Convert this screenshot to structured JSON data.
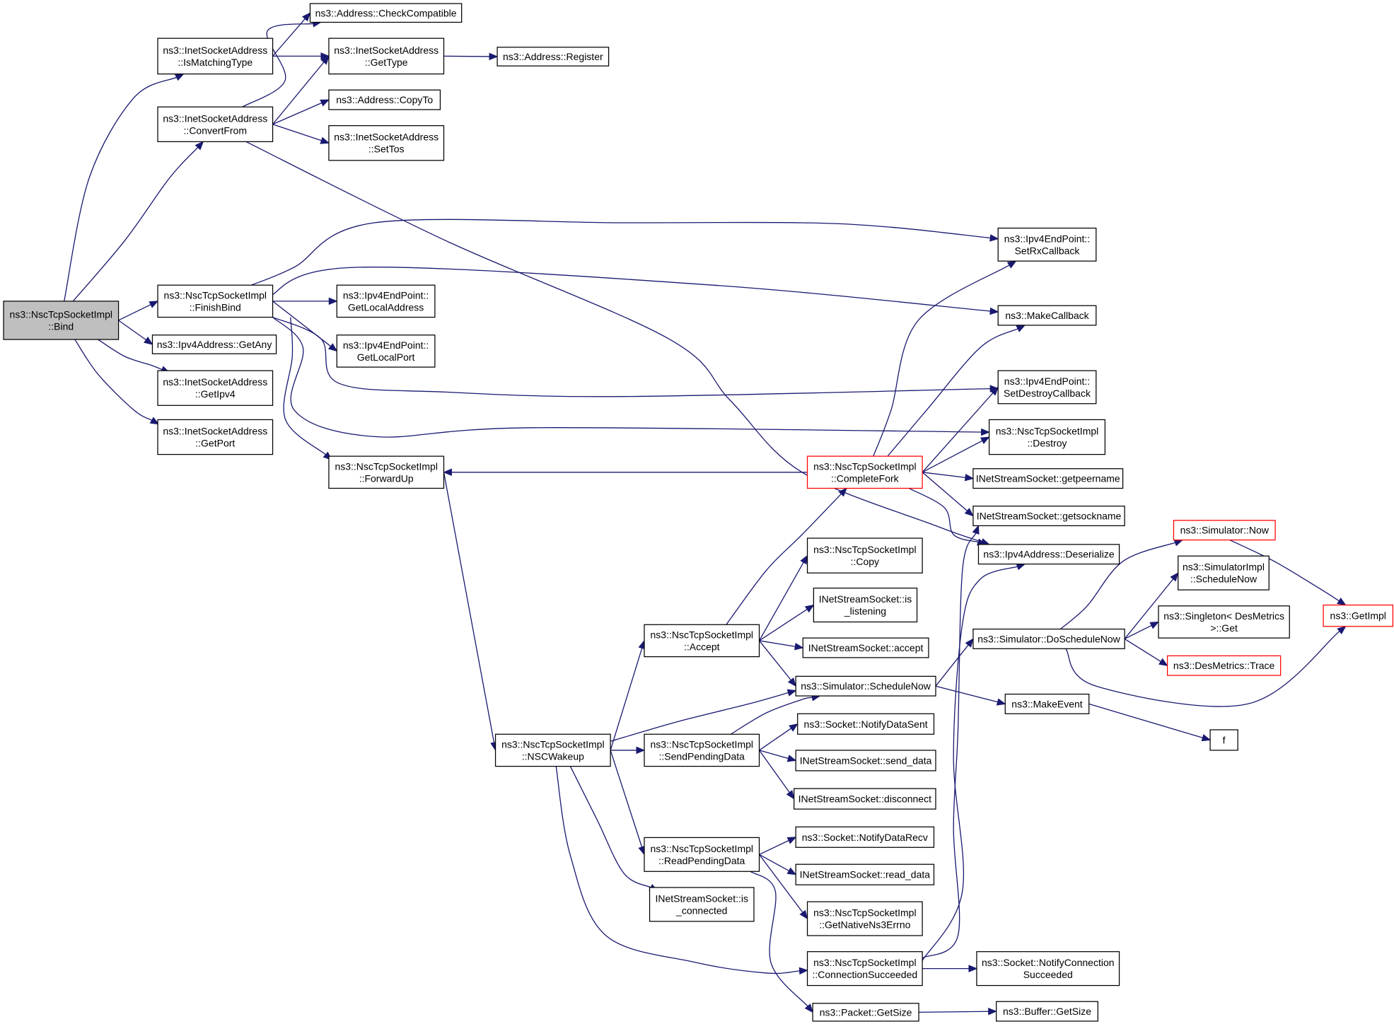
{
  "colors": {
    "edge": "#191970",
    "root_fill": "#bfbfbf",
    "truncated_border": "#ff0000",
    "node_border": "#000000"
  },
  "nodes": {
    "bind": {
      "lines": [
        "ns3::NscTcpSocketImpl",
        "::Bind"
      ],
      "root": true
    },
    "checkCompatible": {
      "lines": [
        "ns3::Address::CheckCompatible"
      ]
    },
    "isMatchingType": {
      "lines": [
        "ns3::InetSocketAddress",
        "::IsMatchingType"
      ]
    },
    "inetGetType": {
      "lines": [
        "ns3::InetSocketAddress",
        "::GetType"
      ]
    },
    "addressRegister": {
      "lines": [
        "ns3::Address::Register"
      ]
    },
    "convertFrom": {
      "lines": [
        "ns3::InetSocketAddress",
        "::ConvertFrom"
      ]
    },
    "copyTo": {
      "lines": [
        "ns3::Address::CopyTo"
      ]
    },
    "setTos": {
      "lines": [
        "ns3::InetSocketAddress",
        "::SetTos"
      ]
    },
    "setRxCallback": {
      "lines": [
        "ns3::Ipv4EndPoint::",
        "SetRxCallback"
      ]
    },
    "finishBind": {
      "lines": [
        "ns3::NscTcpSocketImpl",
        "::FinishBind"
      ]
    },
    "getLocalAddress": {
      "lines": [
        "ns3::Ipv4EndPoint::",
        "GetLocalAddress"
      ]
    },
    "makeCallback": {
      "lines": [
        "ns3::MakeCallback"
      ]
    },
    "getAny": {
      "lines": [
        "ns3::Ipv4Address::GetAny"
      ]
    },
    "getLocalPort": {
      "lines": [
        "ns3::Ipv4EndPoint::",
        "GetLocalPort"
      ]
    },
    "getIpv4": {
      "lines": [
        "ns3::InetSocketAddress",
        "::GetIpv4"
      ]
    },
    "setDestroyCallback": {
      "lines": [
        "ns3::Ipv4EndPoint::",
        "SetDestroyCallback"
      ]
    },
    "getPort": {
      "lines": [
        "ns3::InetSocketAddress",
        "::GetPort"
      ]
    },
    "destroy": {
      "lines": [
        "ns3::NscTcpSocketImpl",
        "::Destroy"
      ]
    },
    "forwardUp": {
      "lines": [
        "ns3::NscTcpSocketImpl",
        "::ForwardUp"
      ]
    },
    "completeFork": {
      "lines": [
        "ns3::NscTcpSocketImpl",
        "::CompleteFork"
      ],
      "truncated": true
    },
    "getpeername": {
      "lines": [
        "INetStreamSocket::getpeername"
      ]
    },
    "getsockname": {
      "lines": [
        "INetStreamSocket::getsockname"
      ]
    },
    "simNow": {
      "lines": [
        "ns3::Simulator::Now"
      ],
      "truncated": true
    },
    "deserialize": {
      "lines": [
        "ns3::Ipv4Address::Deserialize"
      ]
    },
    "nscCopy": {
      "lines": [
        "ns3::NscTcpSocketImpl",
        "::Copy"
      ]
    },
    "simImplScheduleNow": {
      "lines": [
        "ns3::SimulatorImpl",
        "::ScheduleNow"
      ]
    },
    "isListening": {
      "lines": [
        "INetStreamSocket::is",
        "_listening"
      ]
    },
    "getImpl": {
      "lines": [
        "ns3::GetImpl"
      ],
      "truncated": true
    },
    "singletonGet": {
      "lines": [
        "ns3::Singleton< DesMetrics",
        " >::Get"
      ]
    },
    "nscAccept": {
      "lines": [
        "ns3::NscTcpSocketImpl",
        "::Accept"
      ]
    },
    "doScheduleNow": {
      "lines": [
        "ns3::Simulator::DoScheduleNow"
      ]
    },
    "inetAccept": {
      "lines": [
        "INetStreamSocket::accept"
      ]
    },
    "desTrace": {
      "lines": [
        "ns3::DesMetrics::Trace"
      ],
      "truncated": true
    },
    "simScheduleNow": {
      "lines": [
        "ns3::Simulator::ScheduleNow"
      ]
    },
    "makeEvent": {
      "lines": [
        "ns3::MakeEvent"
      ]
    },
    "notifyDataSent": {
      "lines": [
        "ns3::Socket::NotifyDataSent"
      ]
    },
    "fNode": {
      "lines": [
        "f"
      ]
    },
    "nscWakeup": {
      "lines": [
        "ns3::NscTcpSocketImpl",
        "::NSCWakeup"
      ]
    },
    "sendPendingData": {
      "lines": [
        "ns3::NscTcpSocketImpl",
        "::SendPendingData"
      ]
    },
    "sendData": {
      "lines": [
        "INetStreamSocket::send_data"
      ]
    },
    "disconnect": {
      "lines": [
        "INetStreamSocket::disconnect"
      ]
    },
    "notifyDataRecv": {
      "lines": [
        "ns3::Socket::NotifyDataRecv"
      ]
    },
    "readPendingData": {
      "lines": [
        "ns3::NscTcpSocketImpl",
        "::ReadPendingData"
      ]
    },
    "readData": {
      "lines": [
        "INetStreamSocket::read_data"
      ]
    },
    "isConnected": {
      "lines": [
        "INetStreamSocket::is",
        "_connected"
      ]
    },
    "getNativeErrno": {
      "lines": [
        "ns3::NscTcpSocketImpl",
        "::GetNativeNs3Errno"
      ]
    },
    "connSucceeded": {
      "lines": [
        "ns3::NscTcpSocketImpl",
        "::ConnectionSucceeded"
      ]
    },
    "notifyConnSucceeded": {
      "lines": [
        "ns3::Socket::NotifyConnection",
        "Succeeded"
      ]
    },
    "packetGetSize": {
      "lines": [
        "ns3::Packet::GetSize"
      ]
    },
    "bufferGetSize": {
      "lines": [
        "ns3::Buffer::GetSize"
      ]
    }
  },
  "edges": [
    [
      "bind",
      "isMatchingType"
    ],
    [
      "bind",
      "convertFrom"
    ],
    [
      "bind",
      "finishBind"
    ],
    [
      "bind",
      "getAny"
    ],
    [
      "bind",
      "getIpv4"
    ],
    [
      "bind",
      "getPort"
    ],
    [
      "isMatchingType",
      "checkCompatible"
    ],
    [
      "isMatchingType",
      "inetGetType"
    ],
    [
      "inetGetType",
      "addressRegister"
    ],
    [
      "convertFrom",
      "checkCompatible"
    ],
    [
      "convertFrom",
      "inetGetType"
    ],
    [
      "convertFrom",
      "copyTo"
    ],
    [
      "convertFrom",
      "setTos"
    ],
    [
      "convertFrom",
      "deserialize"
    ],
    [
      "finishBind",
      "setRxCallback"
    ],
    [
      "finishBind",
      "makeCallback"
    ],
    [
      "finishBind",
      "getLocalAddress"
    ],
    [
      "finishBind",
      "getLocalPort"
    ],
    [
      "finishBind",
      "setDestroyCallback"
    ],
    [
      "finishBind",
      "destroy"
    ],
    [
      "finishBind",
      "forwardUp"
    ],
    [
      "forwardUp",
      "nscWakeup"
    ],
    [
      "completeFork",
      "forwardUp"
    ],
    [
      "completeFork",
      "setRxCallback"
    ],
    [
      "completeFork",
      "makeCallback"
    ],
    [
      "completeFork",
      "setDestroyCallback"
    ],
    [
      "completeFork",
      "destroy"
    ],
    [
      "completeFork",
      "getpeername"
    ],
    [
      "completeFork",
      "getsockname"
    ],
    [
      "completeFork",
      "deserialize"
    ],
    [
      "nscAccept",
      "completeFork"
    ],
    [
      "nscAccept",
      "nscCopy"
    ],
    [
      "nscAccept",
      "isListening"
    ],
    [
      "nscAccept",
      "inetAccept"
    ],
    [
      "nscAccept",
      "simScheduleNow"
    ],
    [
      "simScheduleNow",
      "doScheduleNow"
    ],
    [
      "simScheduleNow",
      "makeEvent"
    ],
    [
      "doScheduleNow",
      "simNow"
    ],
    [
      "doScheduleNow",
      "simImplScheduleNow"
    ],
    [
      "doScheduleNow",
      "singletonGet"
    ],
    [
      "doScheduleNow",
      "desTrace"
    ],
    [
      "doScheduleNow",
      "getImpl"
    ],
    [
      "simNow",
      "getImpl"
    ],
    [
      "makeEvent",
      "fNode"
    ],
    [
      "nscWakeup",
      "nscAccept"
    ],
    [
      "nscWakeup",
      "simScheduleNow"
    ],
    [
      "nscWakeup",
      "sendPendingData"
    ],
    [
      "nscWakeup",
      "readPendingData"
    ],
    [
      "nscWakeup",
      "isConnected"
    ],
    [
      "nscWakeup",
      "connSucceeded"
    ],
    [
      "sendPendingData",
      "simScheduleNow"
    ],
    [
      "sendPendingData",
      "notifyDataSent"
    ],
    [
      "sendPendingData",
      "sendData"
    ],
    [
      "sendPendingData",
      "disconnect"
    ],
    [
      "readPendingData",
      "notifyDataRecv"
    ],
    [
      "readPendingData",
      "readData"
    ],
    [
      "readPendingData",
      "getNativeErrno"
    ],
    [
      "readPendingData",
      "packetGetSize"
    ],
    [
      "connSucceeded",
      "notifyConnSucceeded"
    ],
    [
      "connSucceeded",
      "getsockname"
    ],
    [
      "connSucceeded",
      "deserialize"
    ],
    [
      "packetGetSize",
      "bufferGetSize"
    ]
  ]
}
